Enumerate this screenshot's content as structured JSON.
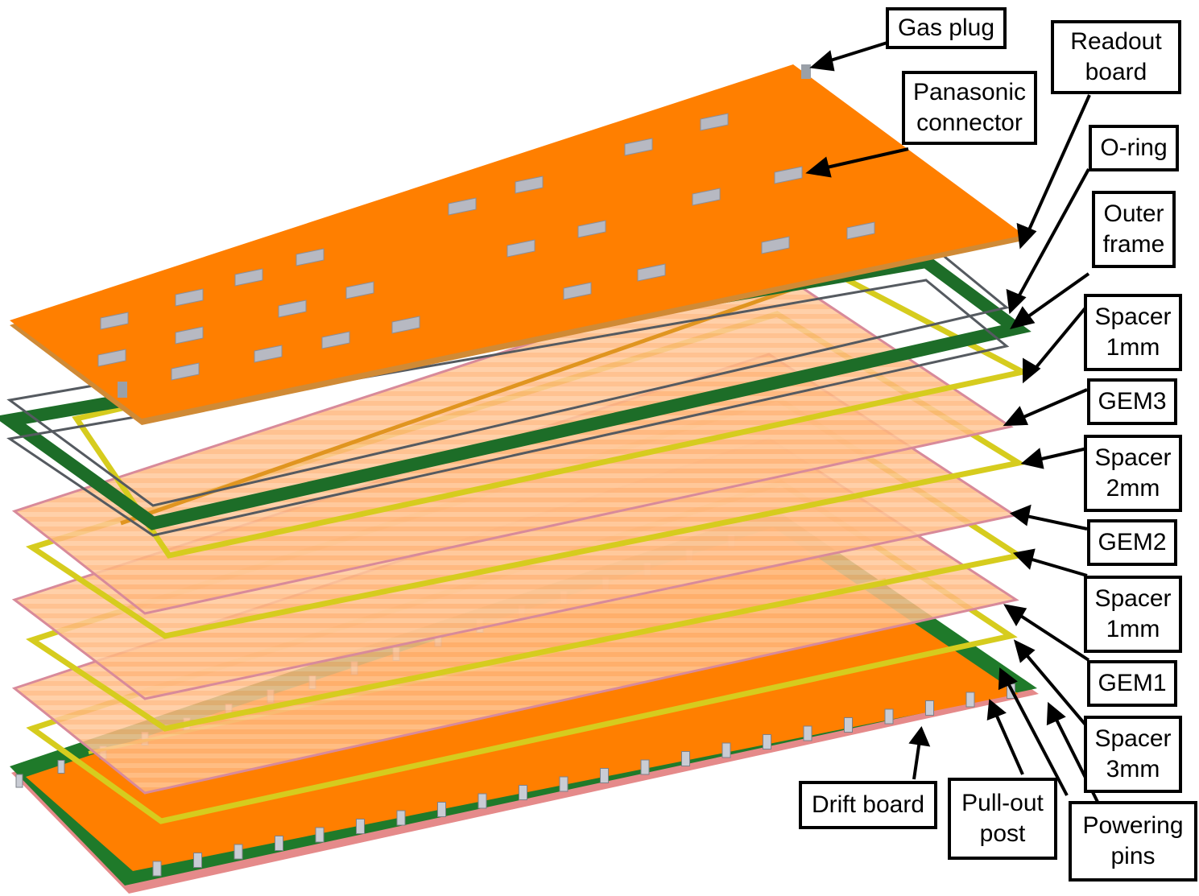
{
  "labels": {
    "gas_plug": "Gas plug",
    "readout_board": "Readout\nboard",
    "panasonic_connector": "Panasonic\nconnector",
    "o_ring": "O-ring",
    "outer_frame": "Outer\nframe",
    "spacer_1mm_top": "Spacer\n1mm",
    "gem3": "GEM3",
    "spacer_2mm": "Spacer\n2mm",
    "gem2": "GEM2",
    "spacer_1mm_mid": "Spacer\n1mm",
    "gem1": "GEM1",
    "spacer_3mm": "Spacer\n3mm",
    "drift_board": "Drift board",
    "pull_out_post": "Pull-out\npost",
    "powering_pins": "Powering\npins"
  },
  "colors": {
    "readout_orange": "#ff7f00",
    "foil_orange": "#ffb680",
    "drift_green": "#1f7a2a",
    "frame_green": "#1d6d28",
    "spacer_yellow": "#d6cc1e",
    "pin_gray": "#b8bcc4"
  }
}
